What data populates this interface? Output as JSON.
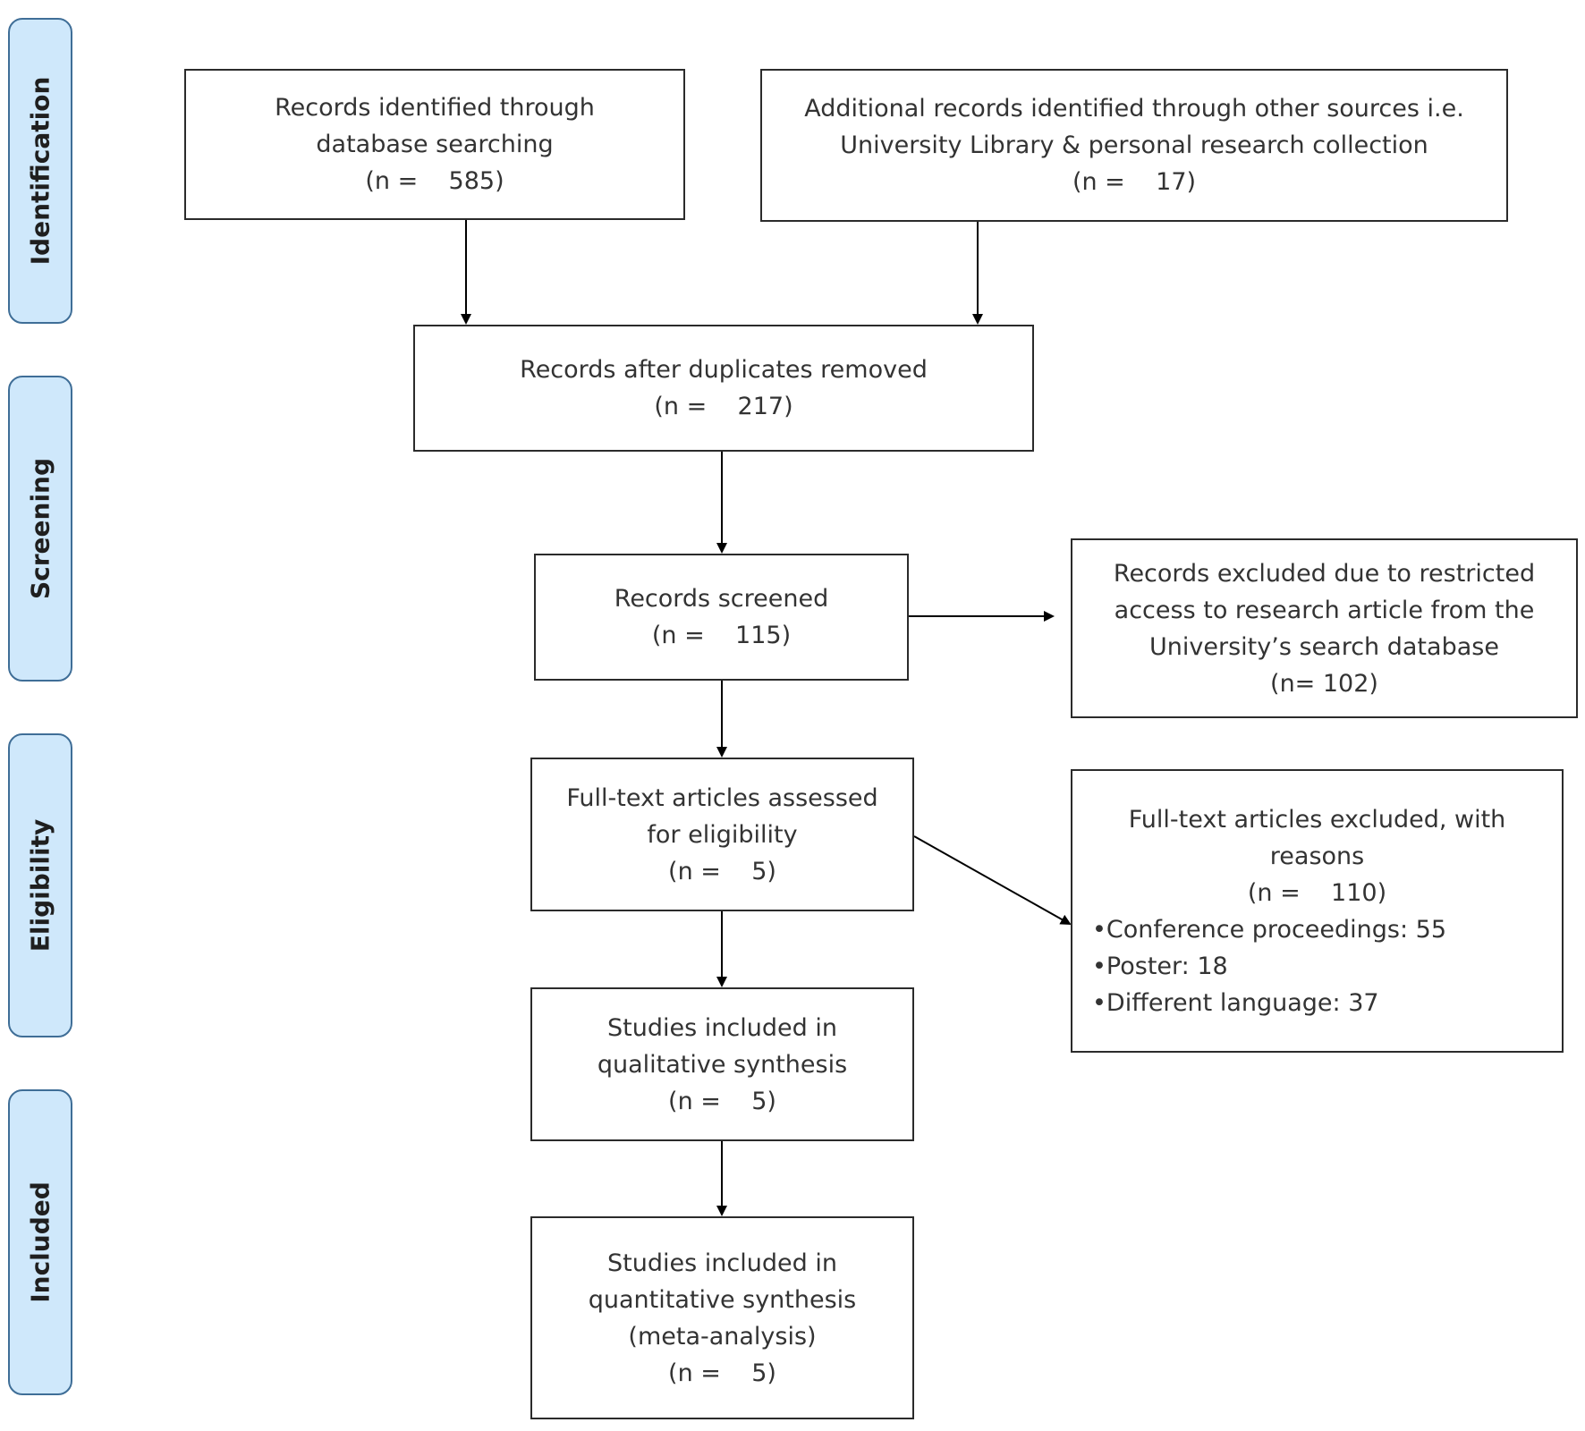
{
  "stages": [
    "Identification",
    "Screening",
    "Eligibility",
    "Included"
  ],
  "boxes": {
    "db_search": {
      "lines": [
        "Records identified through",
        "database searching",
        "(n =    585)"
      ]
    },
    "other_sources": {
      "lines": [
        "Additional records identified through other sources i.e.",
        "University Library & personal research collection",
        "(n =    17)"
      ]
    },
    "dup_removed": {
      "lines": [
        "Records after duplicates removed",
        "(n =    217)"
      ]
    },
    "screened": {
      "lines": [
        "Records screened",
        "(n =    115)"
      ]
    },
    "excluded_access": {
      "lines": [
        "Records excluded due to restricted",
        "access to research article from the",
        "University’s search database",
        "(n= 102)"
      ]
    },
    "fulltext_assessed": {
      "lines": [
        "Full-text articles assessed",
        "for eligibility",
        "(n =    5)"
      ]
    },
    "fulltext_excluded": {
      "lines": [
        "Full-text articles excluded, with",
        "reasons",
        "(n =    110)"
      ],
      "bullets": [
        "•Conference proceedings: 55",
        "•Poster: 18",
        "•Different language: 37"
      ]
    },
    "qualitative": {
      "lines": [
        "Studies included in",
        "qualitative synthesis",
        "(n =    5)"
      ]
    },
    "quantitative": {
      "lines": [
        "Studies included in",
        "quantitative synthesis",
        "(meta-analysis)",
        "(n =    5)"
      ]
    }
  }
}
